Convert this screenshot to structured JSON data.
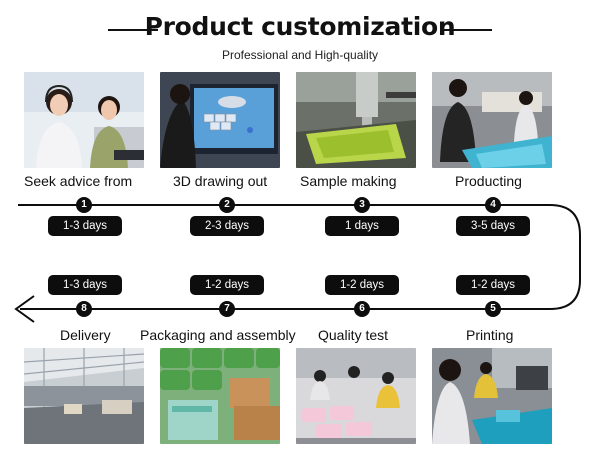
{
  "header": {
    "title": "Product customization",
    "subtitle": "Professional and High-quality"
  },
  "steps": [
    {
      "num": "1",
      "label": "Seek advice from",
      "duration": "1-3 days",
      "icon": "customer-service-photo"
    },
    {
      "num": "2",
      "label": "3D drawing out",
      "duration": "2-3 days",
      "icon": "3d-design-photo"
    },
    {
      "num": "3",
      "label": "Sample making",
      "duration": "1 days",
      "icon": "cnc-machine-photo"
    },
    {
      "num": "4",
      "label": "Producting",
      "duration": "3-5 days",
      "icon": "production-line-photo"
    },
    {
      "num": "5",
      "label": "Printing",
      "duration": "1-2 days",
      "icon": "printing-photo"
    },
    {
      "num": "6",
      "label": "Quality test",
      "duration": "1-2 days",
      "icon": "quality-inspection-photo"
    },
    {
      "num": "7",
      "label": "Packaging and assembly",
      "duration": "1-2 days",
      "icon": "packaging-photo"
    },
    {
      "num": "8",
      "label": "Delivery",
      "duration": "1-3 days",
      "icon": "warehouse-photo"
    }
  ],
  "colors": {
    "line": "#0d0d0d",
    "badge": "#0d0d0d",
    "badge_text": "#ffffff"
  }
}
